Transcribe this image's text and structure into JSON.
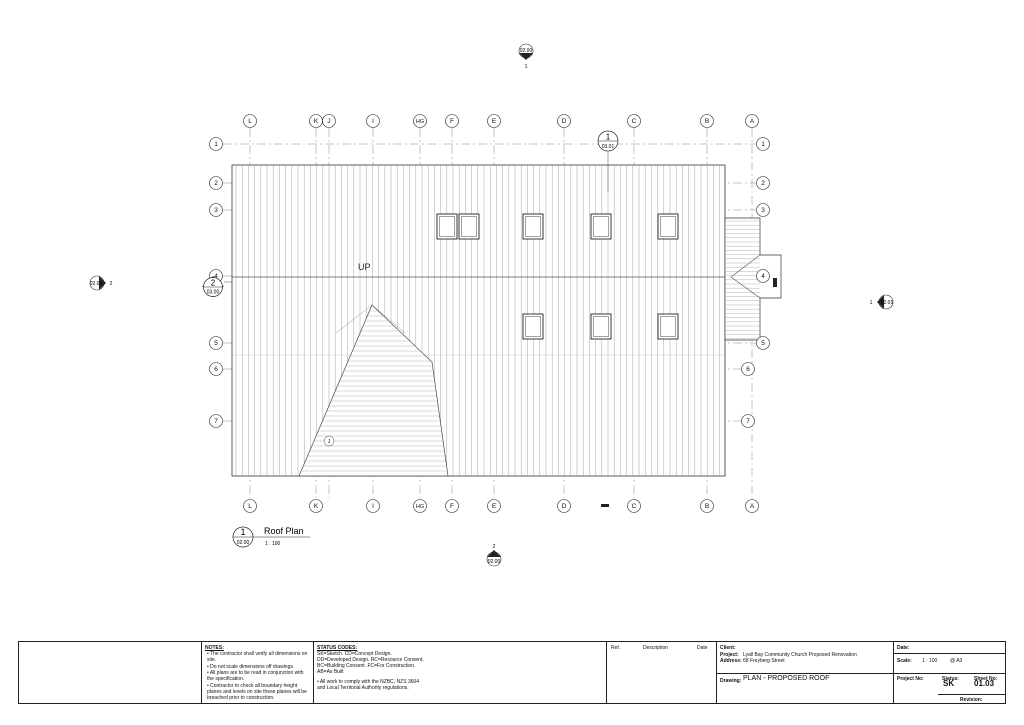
{
  "grid": {
    "columns": [
      "L",
      "K",
      "J",
      "I",
      "HG",
      "F",
      "E",
      "D",
      "C",
      "B",
      "A"
    ],
    "bottom_columns": [
      "L",
      "K",
      "I",
      "HG",
      "F",
      "E",
      "D",
      "C",
      "B",
      "A"
    ],
    "rows": [
      "1",
      "2",
      "3",
      "4",
      "5",
      "6",
      "7"
    ]
  },
  "drawing": {
    "up_label": "UP",
    "section_top": {
      "num": "1",
      "ref": "03.01"
    },
    "section_left": {
      "num": "2",
      "ref": "03.00"
    },
    "elev_top": {
      "ref": "02.00",
      "num": "1"
    },
    "elev_left": {
      "ref": "02.01",
      "num": "2"
    },
    "elev_right": {
      "num": "1",
      "ref": "02.01"
    },
    "elev_bottom": {
      "num": "2",
      "ref": "02.00"
    },
    "grid_j_marker": "J",
    "title": {
      "num": "1",
      "ref": "02.00",
      "name": "Roof Plan",
      "scale": "1 : 100"
    }
  },
  "titleblock": {
    "notes_header": "NOTES:",
    "notes": [
      "• The contractor shall verify all dimensions on site.",
      "• Do not scale dimensions off drawings.",
      "• All plans are to be read in conjunction with the specification.",
      "• Contractor to check all boundary height planes and levels on site these planes will be breached prior to construction."
    ],
    "status_header": "STATUS CODES:",
    "status_text": "SK=Sketch. CD=Concept Design. DD=Developed Design. RC=Resource Consent. BC=Building Consent. FC=For Construction. AB=As Built",
    "compliance": "• All work to comply with the NZBC, NZS 3604 and Local Territorial Authority regulations.",
    "rev_headers": [
      "Ref.",
      "Description",
      "Date"
    ],
    "client_label": "Client:",
    "project_label": "Project:",
    "project_value": "Lyall Bay Community Church Proposed Renovation",
    "address_label": "Address:",
    "address_value": "68 Freyberg Street",
    "drawing_label": "Drawing:",
    "drawing_value": "PLAN - PROPOSED ROOF",
    "date_label": "Date:",
    "scale_label": "Scale:",
    "scale_value": "1 : 100",
    "paper_value": "@ A3",
    "project_no_label": "Project No:",
    "status_label": "Status:",
    "status_value": "SK",
    "sheet_label": "Sheet No:",
    "sheet_value": "01.03",
    "revision_label": "Revision:"
  }
}
